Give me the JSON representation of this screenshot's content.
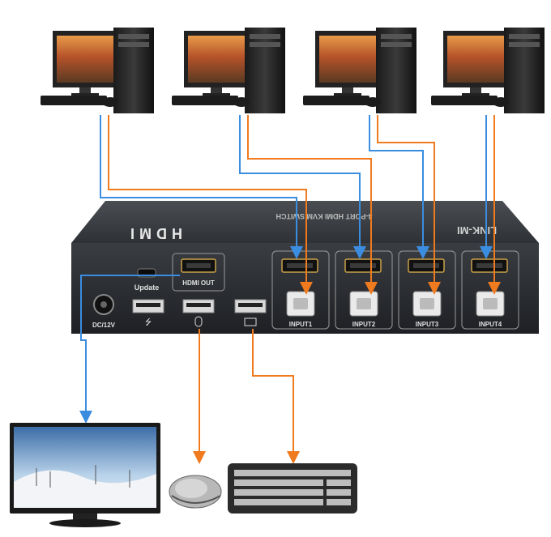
{
  "device": {
    "brand": "LINK-MI",
    "product": "4-PORT HDMI KVM SWITCH",
    "hdmi_logo": "HDMI"
  },
  "ports": {
    "update_label": "Update",
    "hdmi_out_label": "HDMI OUT",
    "dc_label": "DC/12V",
    "inputs": [
      {
        "label": "INPUT1"
      },
      {
        "label": "INPUT2"
      },
      {
        "label": "INPUT3"
      },
      {
        "label": "INPUT4"
      }
    ]
  },
  "colors": {
    "hdmi_cable": "#3b8de0",
    "usb_cable": "#f07a1e",
    "device_body": "#2a2d31",
    "device_top": "#3a3d42"
  },
  "icons": {
    "computers": [
      "computer-icon",
      "computer-icon",
      "computer-icon",
      "computer-icon"
    ],
    "monitor": "monitor-icon",
    "mouse": "mouse-icon",
    "keyboard": "keyboard-icon"
  }
}
